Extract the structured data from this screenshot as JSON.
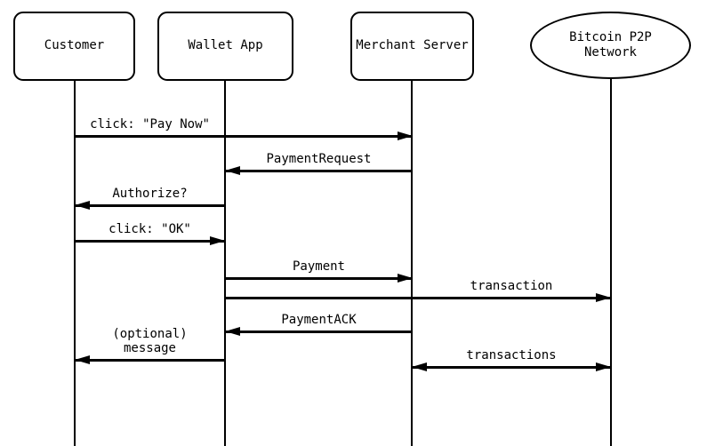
{
  "diagram_type": "sequence-diagram",
  "participants": [
    {
      "label": "Customer",
      "shape": "rounded-rect"
    },
    {
      "label": "Wallet App",
      "shape": "rounded-rect"
    },
    {
      "label": "Merchant Server",
      "shape": "rounded-rect"
    },
    {
      "label": "Bitcoin P2P\nNetwork",
      "shape": "ellipse"
    }
  ],
  "messages": [
    {
      "label": "click: \"Pay Now\"",
      "from": "Customer",
      "to": "Merchant Server",
      "direction": "right"
    },
    {
      "label": "PaymentRequest",
      "from": "Merchant Server",
      "to": "Wallet App",
      "direction": "left"
    },
    {
      "label": "Authorize?",
      "from": "Wallet App",
      "to": "Customer",
      "direction": "left"
    },
    {
      "label": "click: \"OK\"",
      "from": "Customer",
      "to": "Wallet App",
      "direction": "right"
    },
    {
      "label": "Payment",
      "from": "Wallet App",
      "to": "Merchant Server",
      "direction": "right"
    },
    {
      "label": "transaction",
      "from": "Wallet App",
      "to": "Bitcoin P2P Network",
      "direction": "right"
    },
    {
      "label": "PaymentACK",
      "from": "Merchant Server",
      "to": "Wallet App",
      "direction": "left"
    },
    {
      "label": "(optional)\nmessage",
      "from": "Wallet App",
      "to": "Customer",
      "direction": "left"
    },
    {
      "label": "transactions",
      "from": "Merchant Server",
      "to": "Bitcoin P2P Network",
      "direction": "both"
    }
  ],
  "colors": {
    "foreground": "#000000",
    "background": "#ffffff"
  }
}
